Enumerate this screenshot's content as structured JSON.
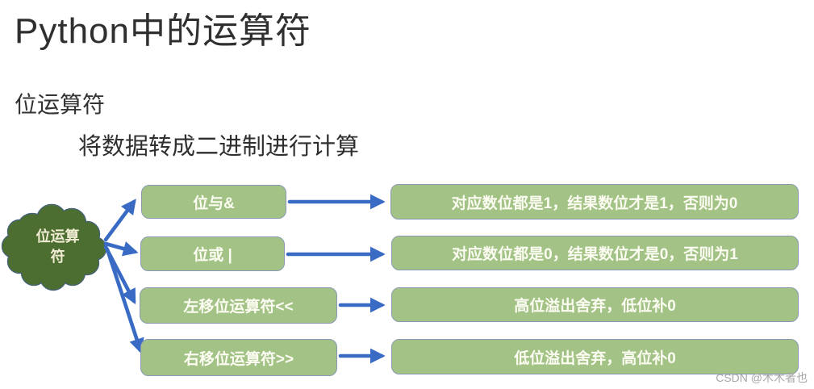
{
  "slide": {
    "title": "Python中的运算符",
    "section_heading": "位运算符",
    "section_note": "将数据转成二进制进行计算"
  },
  "cloud": {
    "label_line1": "位运算",
    "label_line2": "符"
  },
  "rows": [
    {
      "operator": "位与&",
      "rule": "对应数位都是1，结果数位才是1，否则为0"
    },
    {
      "operator": "位或 |",
      "rule": "对应数位都是0，结果数位才是0，否则为1"
    },
    {
      "operator": "左移位运算符<<",
      "rule": "高位溢出舍弃，低位补0"
    },
    {
      "operator": "右移位运算符>>",
      "rule": "低位溢出舍弃，高位补0"
    }
  ],
  "watermark": "CSDN @木木者也",
  "colors": {
    "cloud_fill": "#4d6e31",
    "cloud_outline": "#44617c",
    "box_fill": "#a2c385",
    "box_border": "#8a99b4",
    "box_text": "#fcfcf2",
    "arrow_blue": "#3a6bc4",
    "heading_text": "#2f2f2f",
    "cloud_text": "#f0ebd3",
    "watermark_gray": "#a6a6a6"
  }
}
